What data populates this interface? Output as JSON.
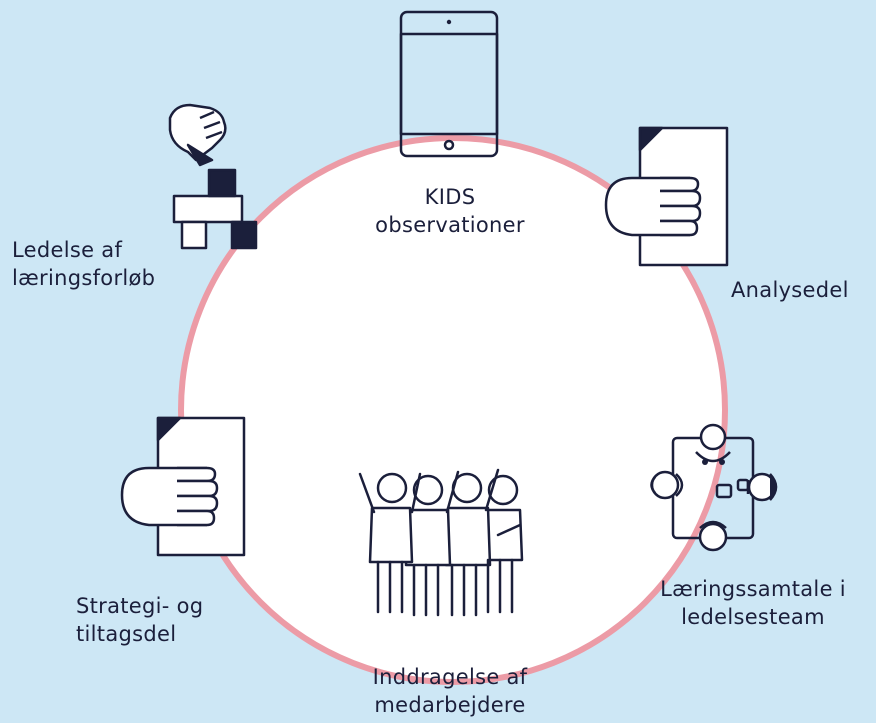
{
  "diagram": {
    "colors": {
      "background": "#cde7f5",
      "circle_fill": "#ffffff",
      "circle_stroke": "#ec9ba6",
      "ink": "#1b1f3b"
    },
    "nodes": {
      "kids": {
        "line1": "KIDS",
        "line2": "observationer",
        "icon": "tablet-icon"
      },
      "analyse": {
        "line1": "Analysedel",
        "icon": "hand-document-icon"
      },
      "laeringssamtale": {
        "line1": "Læringssamtale i",
        "line2": "ledelsesteam",
        "icon": "meeting-table-icon"
      },
      "inddragelse": {
        "line1": "Inddragelse af",
        "line2": "medarbejdere",
        "icon": "cheering-group-icon"
      },
      "strategi": {
        "line1": "Strategi- og",
        "line2": "tiltagsdel",
        "icon": "hand-document-icon"
      },
      "ledelse": {
        "line1": "Ledelse af",
        "line2": "læringsforløb",
        "icon": "hand-blocks-icon"
      }
    }
  }
}
